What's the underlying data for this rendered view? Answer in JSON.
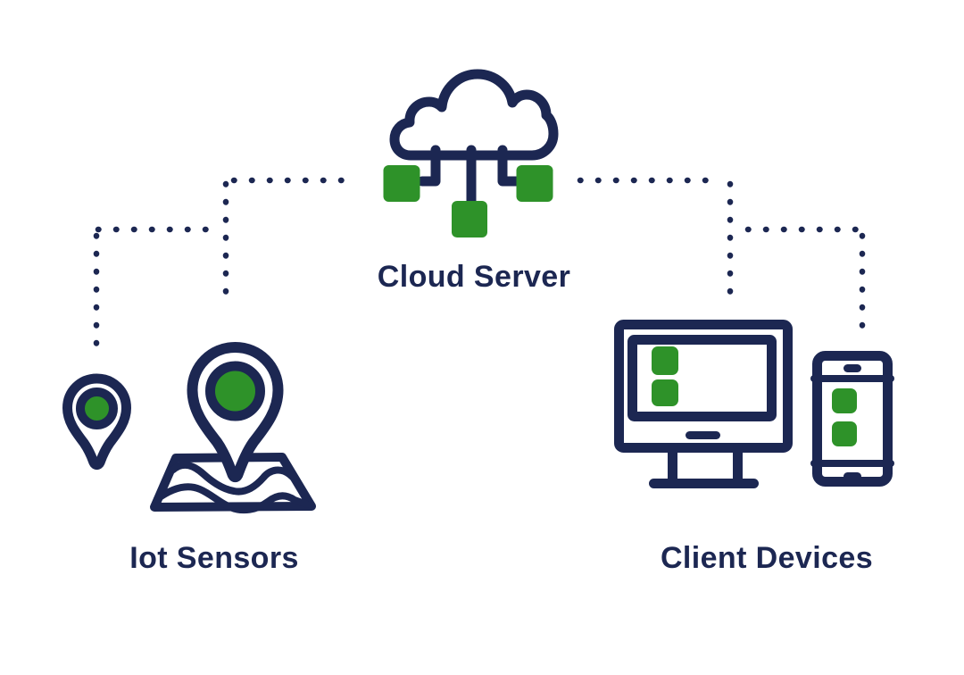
{
  "diagram": {
    "type": "iot-architecture",
    "nodes": {
      "cloud_server": {
        "label": "Cloud Server",
        "icon": "cloud-server-icon"
      },
      "iot_sensors": {
        "label": "Iot Sensors",
        "icon": "map-pin-icon"
      },
      "client_devices": {
        "label": "Client Devices",
        "icon": "monitor-smartphone-icon"
      }
    },
    "connections": [
      {
        "from": "cloud_server",
        "to": "iot_sensors",
        "style": "dotted"
      },
      {
        "from": "cloud_server",
        "to": "client_devices",
        "style": "dotted"
      }
    ],
    "icons": [
      "cloud-server-icon",
      "small-map-pin-icon",
      "large-map-pin-icon",
      "map-icon",
      "monitor-icon",
      "smartphone-icon"
    ]
  },
  "colors": {
    "navy": "#1c2752",
    "green": "#2e9229",
    "background": "#ffffff"
  }
}
